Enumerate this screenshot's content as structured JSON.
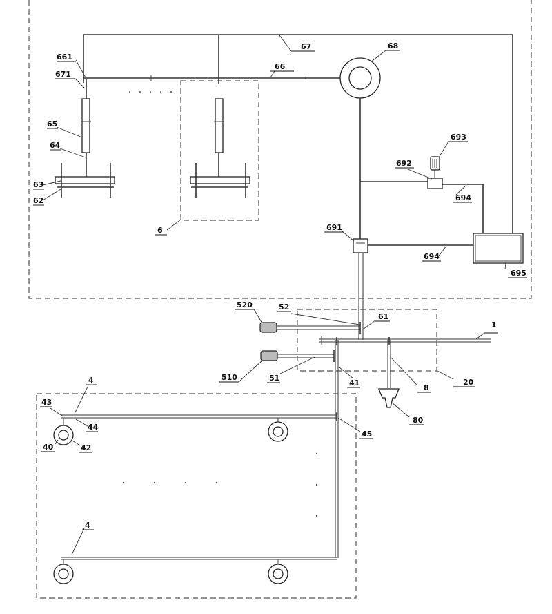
{
  "labels": {
    "l661": "661",
    "l671": "671",
    "l65": "65",
    "l64": "64",
    "l63": "63",
    "l62": "62",
    "l67": "67",
    "l66": "66",
    "l68": "68",
    "l6": "6",
    "l693": "693",
    "l692": "692",
    "l694a": "694",
    "l691": "691",
    "l694b": "694",
    "l695": "695",
    "l520": "520",
    "l52": "52",
    "l61": "61",
    "l1": "1",
    "l510": "510",
    "l51": "51",
    "l41": "41",
    "l8": "8",
    "l20": "20",
    "l80": "80",
    "l4a": "4",
    "l43": "43",
    "l44": "44",
    "l45": "45",
    "l40": "40",
    "l42": "42",
    "l4b": "4"
  }
}
